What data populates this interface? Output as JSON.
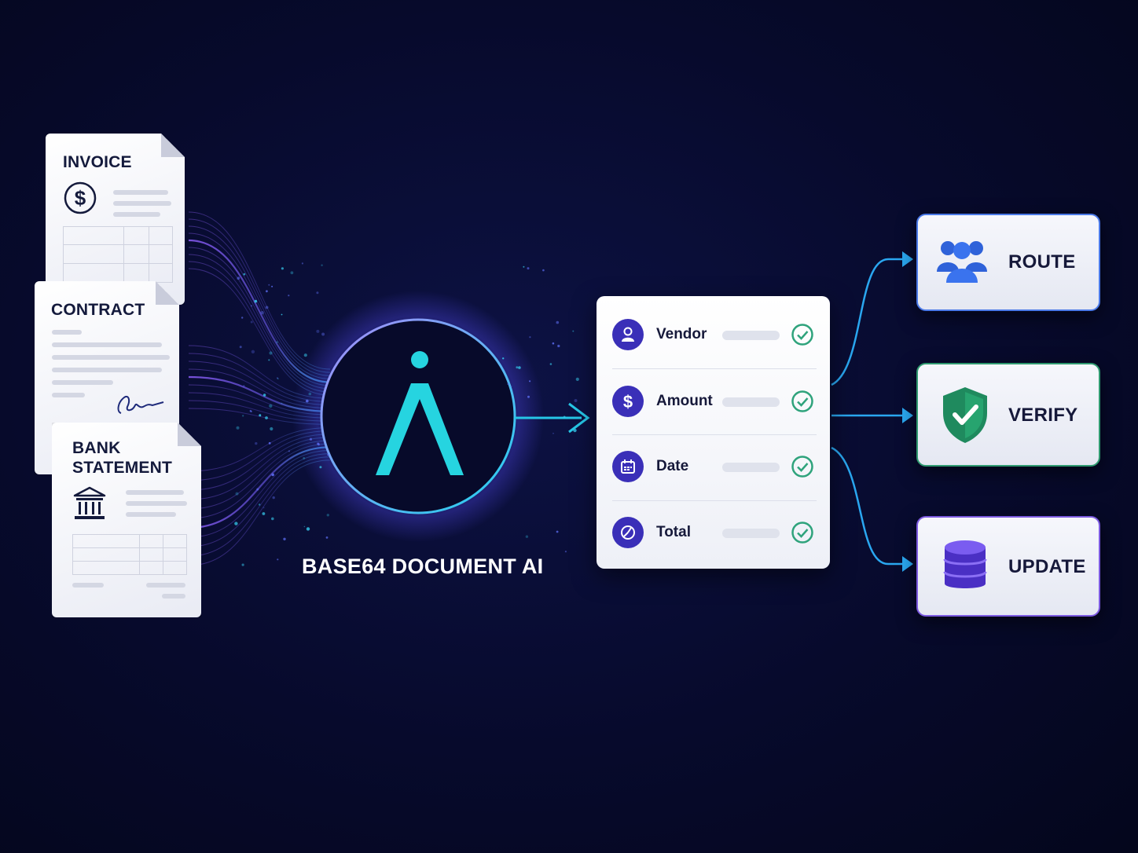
{
  "documents": [
    {
      "title_lines": [
        "INVOICE"
      ],
      "icon": "dollar-icon"
    },
    {
      "title_lines": [
        "CONTRACT"
      ],
      "icon": "signature-icon"
    },
    {
      "title_lines": [
        "BANK",
        "STATEMENT"
      ],
      "icon": "bank-icon"
    }
  ],
  "ai": {
    "label": "BASE64 DOCUMENT AI",
    "icon": "base64-logo-icon",
    "accent": "#26d4e0",
    "ring": "#7c6cf2"
  },
  "extraction": {
    "fields": [
      {
        "label": "Vendor",
        "icon": "user-icon"
      },
      {
        "label": "Amount",
        "icon": "dollar-icon"
      },
      {
        "label": "Date",
        "icon": "calendar-icon"
      },
      {
        "label": "Total",
        "icon": "pie-chart-icon"
      }
    ],
    "check_color": "#2fa37c"
  },
  "actions": [
    {
      "label": "ROUTE",
      "icon": "users-icon",
      "border": "#4a79e8"
    },
    {
      "label": "VERIFY",
      "icon": "shield-check-icon",
      "border": "#2f9a70"
    },
    {
      "label": "UPDATE",
      "icon": "database-icon",
      "border": "#7c5ae0"
    }
  ]
}
